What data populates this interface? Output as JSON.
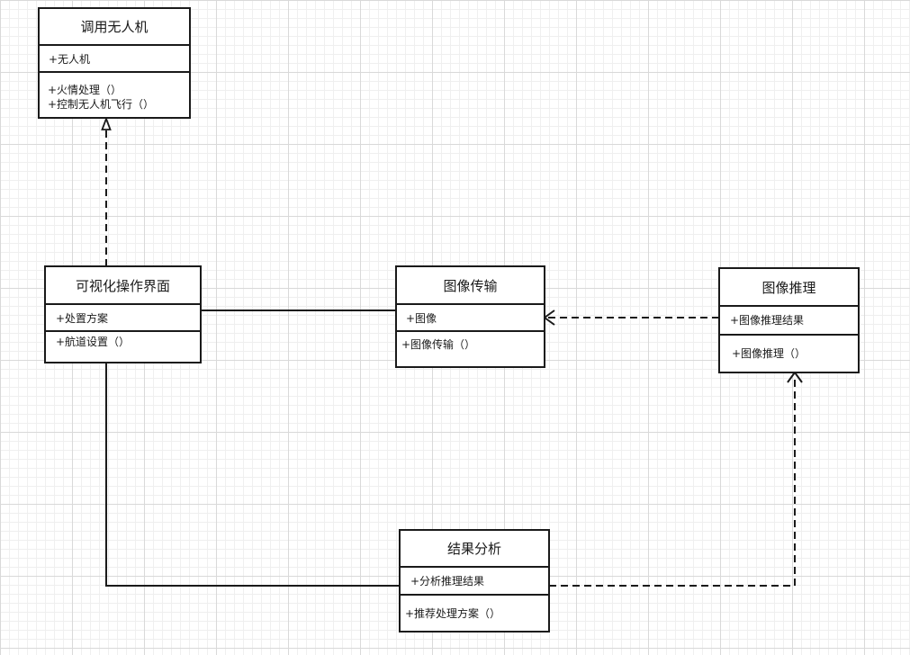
{
  "classes": {
    "drone": {
      "name": "调用无人机",
      "attributes": [
        "+无人机"
      ],
      "methods": [
        "+火情处理（）",
        "+控制无人机飞行（）"
      ]
    },
    "ui": {
      "name": "可视化操作界面",
      "attributes": [
        "+处置方案"
      ],
      "methods": [
        "+航道设置（）"
      ]
    },
    "transfer": {
      "name": "图像传输",
      "attributes": [
        "+图像"
      ],
      "methods": [
        "+图像传输（）"
      ]
    },
    "inference": {
      "name": "图像推理",
      "attributes": [
        "+图像推理结果"
      ],
      "methods": [
        "+图像推理（）"
      ]
    },
    "analysis": {
      "name": "结果分析",
      "attributes": [
        "+分析推理结果"
      ],
      "methods": [
        "+推荐处理方案（）"
      ]
    }
  },
  "relations": [
    {
      "from": "ui",
      "to": "drone",
      "kind": "realization"
    },
    {
      "from": "ui",
      "to": "transfer",
      "kind": "association"
    },
    {
      "from": "inference",
      "to": "transfer",
      "kind": "dependency"
    },
    {
      "from": "ui",
      "to": "analysis",
      "kind": "association"
    },
    {
      "from": "analysis",
      "to": "inference",
      "kind": "dependency"
    }
  ]
}
